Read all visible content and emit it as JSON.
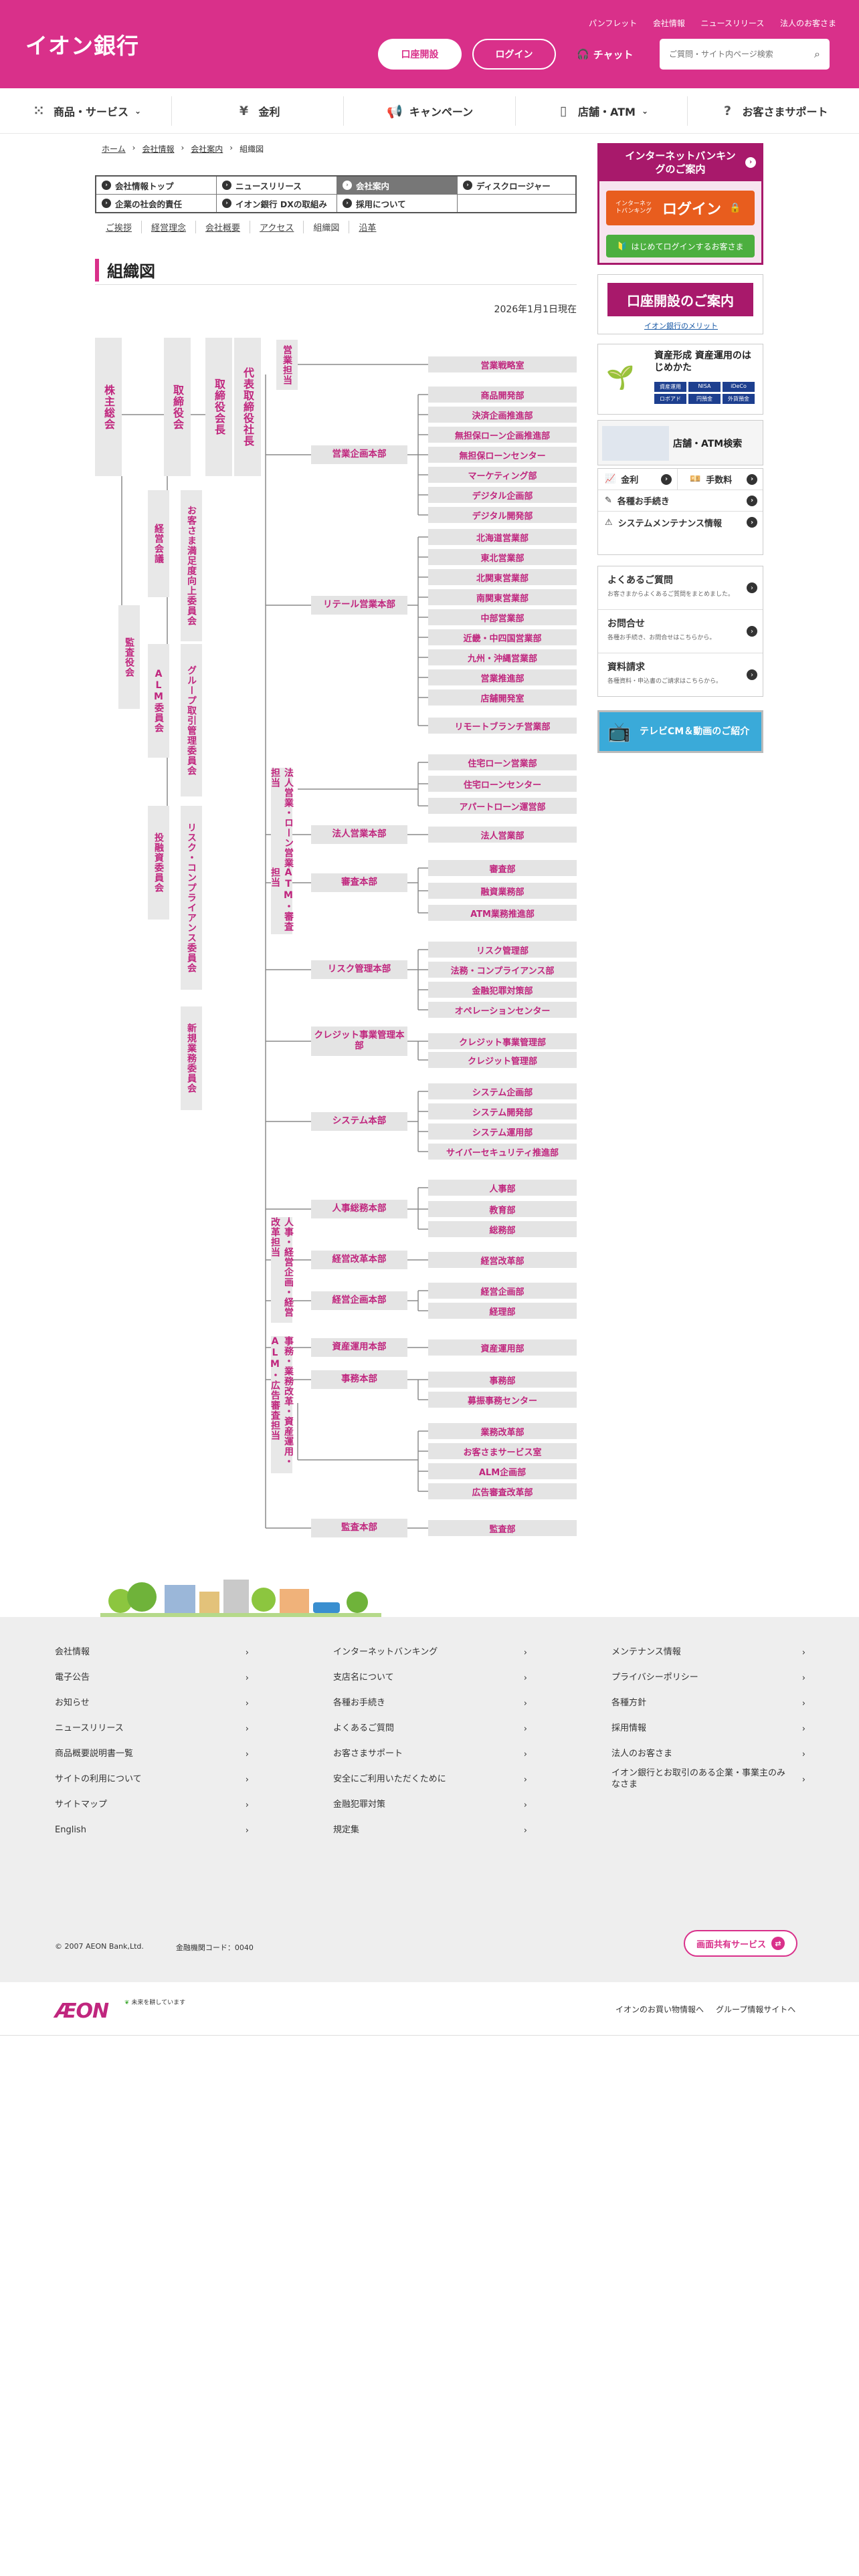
{
  "header": {
    "logo": "イオン銀行",
    "top_links": [
      "パンフレット",
      "会社情報",
      "ニュースリリース",
      "法人のお客さま"
    ],
    "open_account": "口座開設",
    "login": "ログイン",
    "chat": "チャット",
    "search_placeholder": "ご質問・サイト内ページ検索"
  },
  "nav": [
    {
      "label": "商品・サービス",
      "icon": "grid-icon"
    },
    {
      "label": "金利",
      "icon": "coins-icon"
    },
    {
      "label": "キャンペーン",
      "icon": "megaphone-icon"
    },
    {
      "label": "店舗・ATM",
      "icon": "atm-icon"
    },
    {
      "label": "お客さまサポート",
      "icon": "support-icon"
    }
  ],
  "breadcrumb": [
    "ホーム",
    "会社情報",
    "会社案内",
    "組織図"
  ],
  "subnav": {
    "row1": [
      "会社情報トップ",
      "ニュースリリース",
      "会社案内",
      "ディスクロージャー"
    ],
    "row2": [
      "企業の社会的責任",
      "イオン銀行 DXの取組み",
      "採用について"
    ],
    "links": [
      "ご挨拶",
      "経営理念",
      "会社概要",
      "アクセス",
      "組織図",
      "沿革"
    ]
  },
  "page_title": "組織図",
  "as_of": "2026年1月1日現在",
  "org": {
    "col1": [
      "株主総会",
      "監査役会"
    ],
    "col2": [
      "取締役会",
      "経営会議",
      "ALM委員会",
      "投融資委員会"
    ],
    "col3": [
      "お客さま満足度向上委員会",
      "グループ取引管理委員会",
      "リスク・コンプライアンス委員会",
      "新規業務委員会"
    ],
    "col4": [
      "取締役会長",
      "代表取締役社長"
    ],
    "officers": [
      "営業担当",
      "法人営業・ローン営業担当",
      "ATM・審査担当",
      "人事・経営企画・経営改革担当",
      "事務・業務改革・資産運用・ALM・広告審査担当"
    ],
    "main": [
      {
        "name": "営業企画本部",
        "depts": [
          "商品開発部",
          "決済企画推進部",
          "無担保ローン企画推進部",
          "無担保ローンセンター",
          "マーケティング部",
          "デジタル企画部",
          "デジタル開発部"
        ]
      },
      {
        "name": "リテール営業本部",
        "depts": [
          "北海道営業部",
          "東北営業部",
          "北関東営業部",
          "南関東営業部",
          "中部営業部",
          "近畿・中四国営業部",
          "九州・沖縄営業部",
          "営業推進部",
          "店舗開発室",
          "リモートブランチ営業部"
        ]
      },
      {
        "name": "法人営業本部",
        "depts": [
          "法人営業部"
        ]
      },
      {
        "name": "審査本部",
        "depts": [
          "審査部",
          "融資業務部",
          "ATM業務推進部"
        ]
      },
      {
        "name": "リスク管理本部",
        "depts": [
          "リスク管理部",
          "法務・コンプライアンス部",
          "金融犯罪対策部",
          "オペレーションセンター"
        ]
      },
      {
        "name": "クレジット事業管理本部",
        "depts": [
          "クレジット事業管理部",
          "クレジット管理部"
        ]
      },
      {
        "name": "システム本部",
        "depts": [
          "システム企画部",
          "システム開発部",
          "システム運用部",
          "サイバーセキュリティ推進部"
        ]
      },
      {
        "name": "人事総務本部",
        "depts": [
          "人事部",
          "教育部",
          "総務部"
        ]
      },
      {
        "name": "経営改革本部",
        "depts": [
          "経営改革部"
        ]
      },
      {
        "name": "経営企画本部",
        "depts": [
          "経営企画部",
          "経理部"
        ]
      },
      {
        "name": "資産運用本部",
        "depts": [
          "資産運用部"
        ]
      },
      {
        "name": "事務本部",
        "depts": [
          "事務部",
          "募振事務センター"
        ]
      },
      {
        "name": "監査本部",
        "depts": [
          "監査部"
        ]
      }
    ],
    "top_dept": "営業戦略室",
    "loan_depts": [
      "住宅ローン営業部",
      "住宅ローンセンター",
      "アパートローン運営部"
    ],
    "direct_depts": [
      "業務改革部",
      "お客さまサービス室",
      "ALM企画部",
      "広告審査改革部"
    ]
  },
  "sidebar": {
    "ib_title": "インターネットバンキングのご案内",
    "ib_login_small": "インターネットバンキング",
    "ib_login": "ログイン",
    "ib_first": "はじめてログインするお客さま",
    "koza_title": "口座開設のご案内",
    "koza_link": "イオン銀行のメリット",
    "asset_title": "資産形成 資産運用のはじめかた",
    "asset_tags": [
      "資産運用",
      "NISA",
      "iDeCo",
      "ロボアド",
      "円預金",
      "外貨預金"
    ],
    "store": "店舗・ATM検索",
    "quick": [
      "金利",
      "手数料",
      "各種お手続き",
      "システムメンテナンス情報"
    ],
    "contacts": [
      {
        "title": "よくあるご質問",
        "desc": "お客さまからよくあるご質問をまとめました。"
      },
      {
        "title": "お問合せ",
        "desc": "各種お手続き、お問合せはこちらから。"
      },
      {
        "title": "資料請求",
        "desc": "各種資料・申込書のご請求はこちらから。"
      }
    ],
    "tv": "テレビCM＆動画のご紹介"
  },
  "footer": {
    "col1": [
      "会社情報",
      "電子公告",
      "お知らせ",
      "ニュースリリース",
      "商品概要説明書一覧",
      "サイトの利用について",
      "サイトマップ",
      "English"
    ],
    "col2": [
      "インターネットバンキング",
      "支店名について",
      "各種お手続き",
      "よくあるご質問",
      "お客さまサポート",
      "安全にご利用いただくために",
      "金融犯罪対策",
      "規定集"
    ],
    "col3": [
      "メンテナンス情報",
      "プライバシーポリシー",
      "各種方針",
      "採用情報",
      "法人のお客さま",
      "イオン銀行とお取引のある企業・事業主のみなさま"
    ],
    "copyright": "© 2007 AEON Bank,Ltd.",
    "code": "金融機関コード：0040",
    "share": "画面共有サービス",
    "aeon": "ÆON",
    "tagline": "未来を耕しています",
    "bottom_links": [
      "イオンのお買い物情報へ",
      "グループ情報サイトへ"
    ]
  }
}
